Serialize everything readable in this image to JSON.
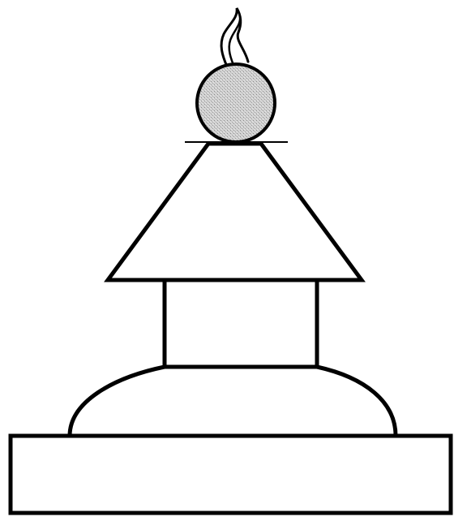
{
  "figure": {
    "description_free": true,
    "parts": [
      "flame",
      "sphere",
      "cone",
      "harmika",
      "dome",
      "base"
    ]
  },
  "colors": {
    "background": "#ffffff",
    "stroke": "#000000",
    "sphere_fill": "#c8c8c8"
  }
}
